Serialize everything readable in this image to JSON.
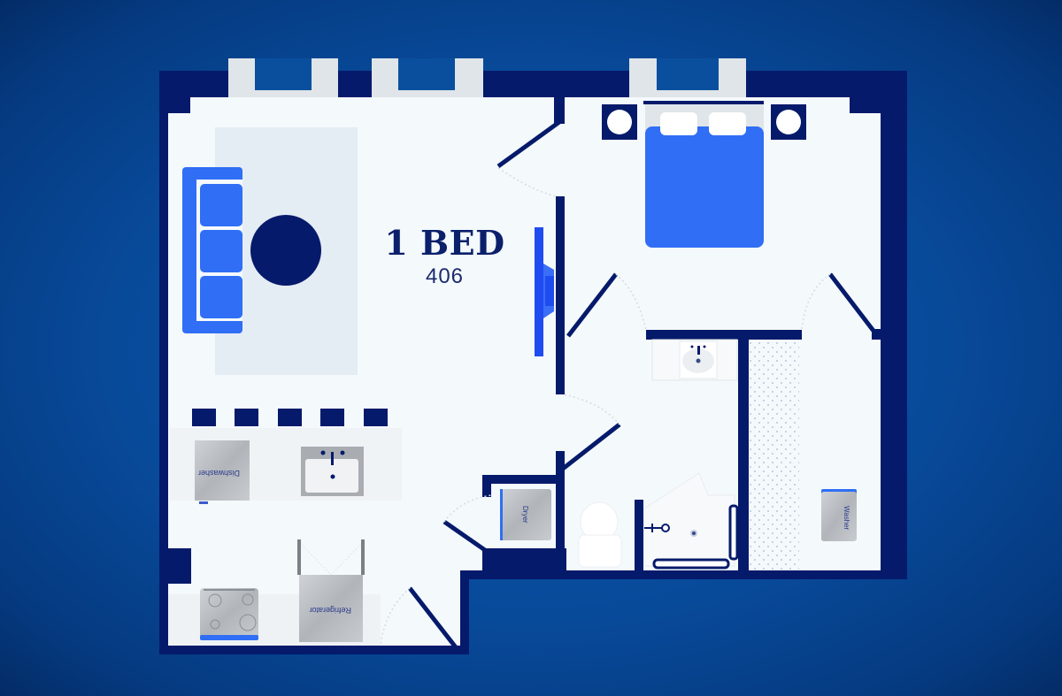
{
  "plan": {
    "unit_type": "1 BED",
    "unit_number": "406"
  },
  "appliances": {
    "dishwasher": "Dishwasher",
    "refrigerator": "Refrigerator",
    "dryer": "Dryer",
    "washer": "Washer"
  },
  "colors": {
    "background": "#0a4a9a",
    "wall": "#061a6b",
    "floor": "#f4f9fc",
    "rug": "#e4ecf4",
    "furniture_accent": "#2f6ef5",
    "window": "#dfe5e8",
    "appliance": "#b8bcc0"
  }
}
